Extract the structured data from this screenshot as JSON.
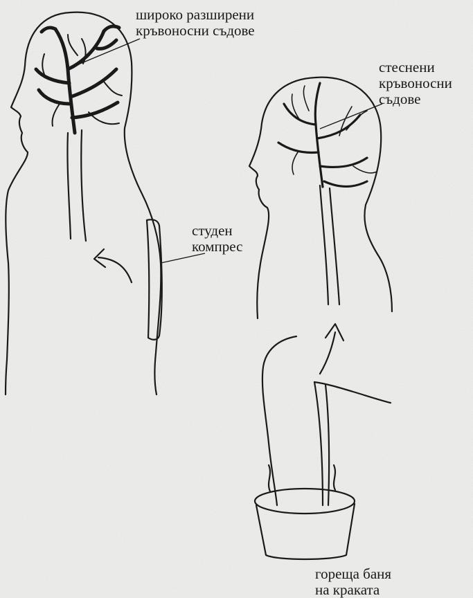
{
  "labels": {
    "dilated_vessels": [
      "широко разширени",
      "кръвоносни съдове"
    ],
    "constricted_vessels": [
      "стеснени",
      "кръвоносни",
      "съдове"
    ],
    "cold_compress": [
      "студен",
      "компрес"
    ],
    "hot_foot_bath": [
      "гореща баня",
      "на краката"
    ]
  },
  "colors": {
    "background": "#f1f1ef",
    "ink": "#1a1a1a"
  }
}
